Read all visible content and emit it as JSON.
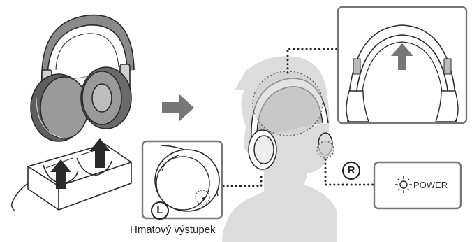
{
  "caption": "Hmatový výstupek",
  "marker_left": "L",
  "marker_right": "R",
  "power_label": "POWER",
  "colors": {
    "outline": "#2a2a2a",
    "cushion_fill": "#9a9a9a",
    "silhouette": "#dcdcdc",
    "panel_border": "#777777",
    "arrow": "#777777",
    "dotted": "#222222"
  },
  "icons": [
    "headphones-icon",
    "charging-cradle-icon",
    "right-arrow-icon",
    "up-arrow-icon",
    "head-silhouette-icon",
    "power-indicator-icon"
  ]
}
